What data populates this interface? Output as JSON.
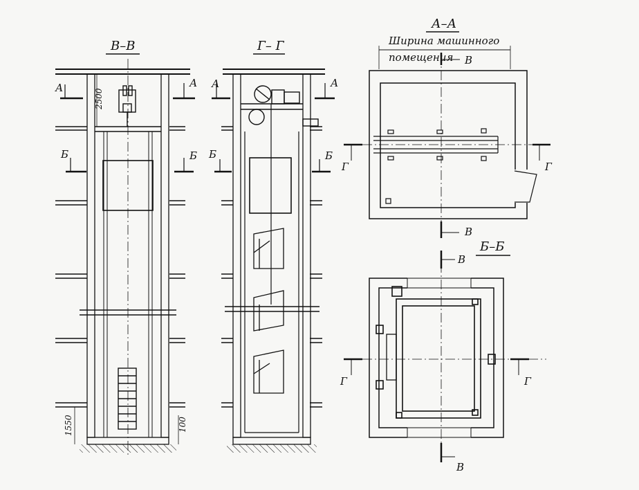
{
  "sections": {
    "vv": {
      "title": "В–В",
      "dim_top": "2500",
      "dim_pit": "1550",
      "dim_bottom": "100"
    },
    "gg": {
      "title": "Г– Г"
    },
    "aa": {
      "title": "А–А",
      "machine_room_width_label_1": "Ширина машинного",
      "machine_room_width_label_2": "помещения"
    },
    "bb": {
      "title": "Б–Б"
    }
  },
  "marks": {
    "a": "А",
    "b": "Б",
    "v": "В",
    "g": "Г"
  },
  "colors": {
    "ink": "#111111",
    "paper": "#f7f7f5"
  }
}
